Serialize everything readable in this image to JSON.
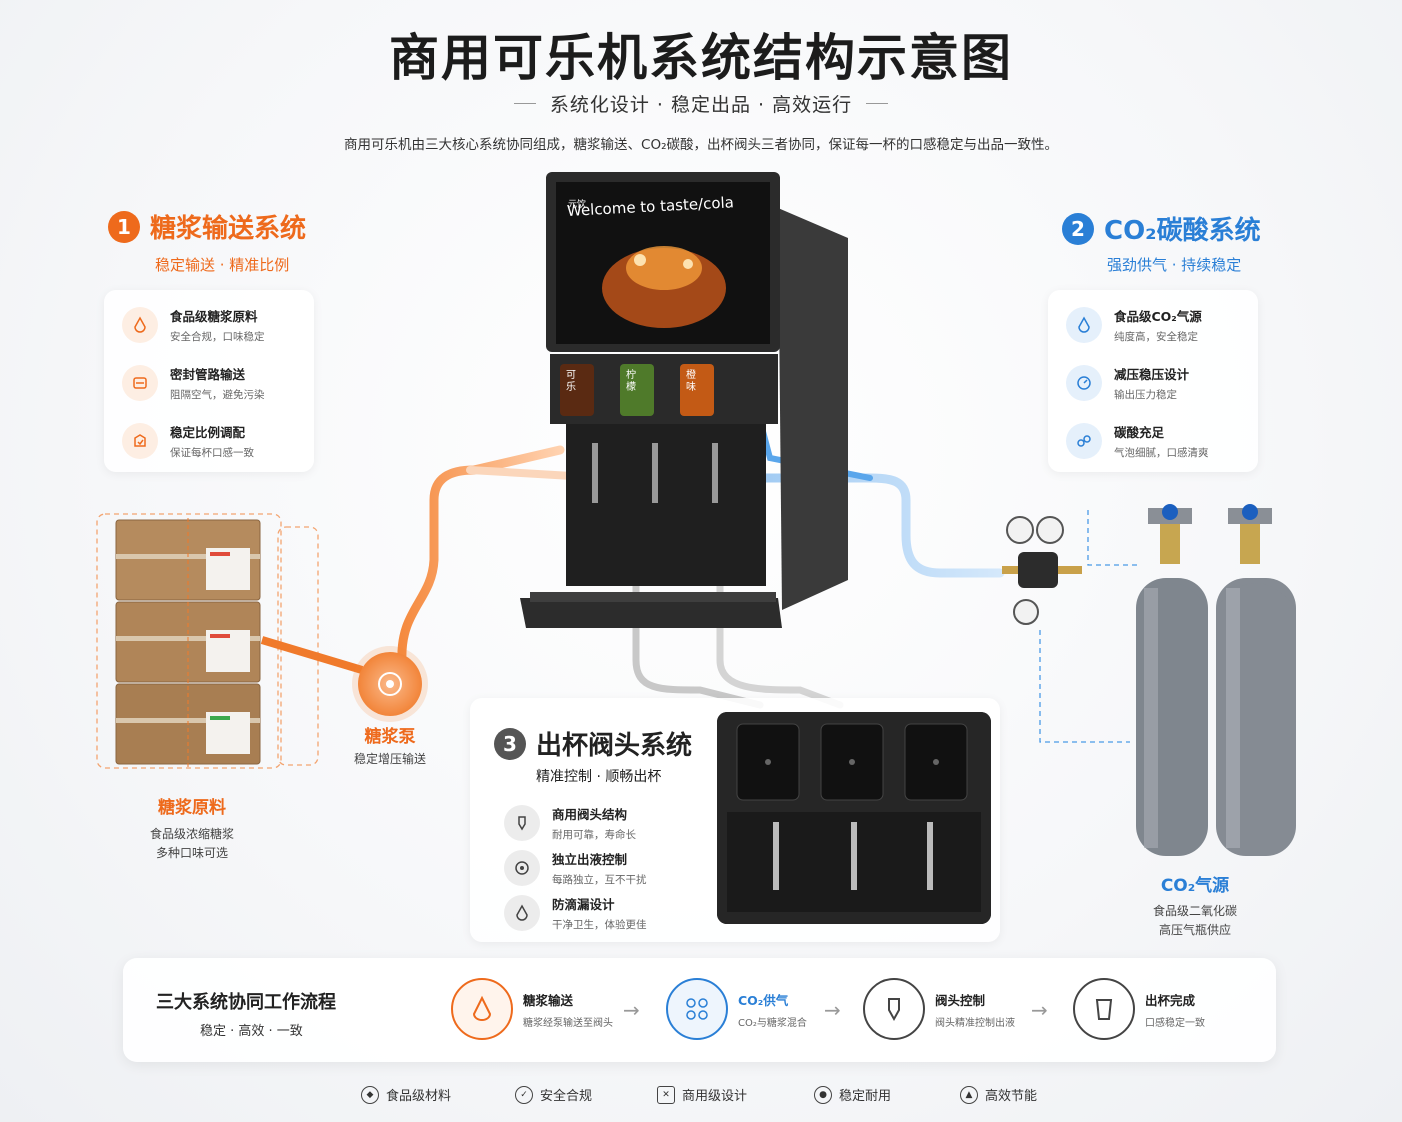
{
  "header": {
    "title": "商用可乐机系统结构示意图",
    "subtitle": "系统化设计 · 稳定出品 · 高效运行",
    "description": "商用可乐机由三大核心系统协同组成，糖浆输送、CO₂碳酸，出杯阀头三者协同，保证每一杯的口感稳定与出品一致性。"
  },
  "colors": {
    "orange": "#ee6a1c",
    "blue": "#2a7fd6",
    "dark": "#333333"
  },
  "syrup_system": {
    "number": "1",
    "title": "糖浆输送系统",
    "subtitle": "稳定输送 · 精准比例",
    "features": [
      {
        "icon": "drop-icon",
        "title": "食品级糖浆原料",
        "desc": "安全合规，口味稳定"
      },
      {
        "icon": "sealed-pipe-icon",
        "title": "密封管路输送",
        "desc": "阻隔空气，避免污染"
      },
      {
        "icon": "ratio-icon",
        "title": "稳定比例调配",
        "desc": "保证每杯口感一致"
      }
    ]
  },
  "co2_system": {
    "number": "2",
    "title": "CO₂碳酸系统",
    "subtitle": "强劲供气 · 持续稳定",
    "features": [
      {
        "icon": "gas-drop-icon",
        "title": "食品级CO₂气源",
        "desc": "纯度高，安全稳定"
      },
      {
        "icon": "pressure-gauge-icon",
        "title": "减压稳压设计",
        "desc": "输出压力稳定"
      },
      {
        "icon": "bubble-icon",
        "title": "碳酸充足",
        "desc": "气泡细腻，口感清爽"
      }
    ]
  },
  "valve_system": {
    "number": "3",
    "title": "出杯阀头系统",
    "subtitle": "精准控制 · 顺畅出杯",
    "features": [
      {
        "icon": "valve-icon",
        "title": "商用阀头结构",
        "desc": "耐用可靠，寿命长"
      },
      {
        "icon": "control-icon",
        "title": "独立出液控制",
        "desc": "每路独立，互不干扰"
      },
      {
        "icon": "anti-drip-icon",
        "title": "防滴漏设计",
        "desc": "干净卫生，体验更佳"
      }
    ]
  },
  "machine": {
    "brand": "元饮",
    "screen_text": "Welcome to taste/cola",
    "nozzle_labels": [
      "可乐",
      "柠檬",
      "橙味"
    ]
  },
  "syrup_pump": {
    "title": "糖浆泵",
    "desc": "稳定增压输送"
  },
  "syrup_material": {
    "title": "糖浆原料",
    "desc_lines": [
      "食品级浓缩糖浆",
      "多种口味可选"
    ]
  },
  "co2_source": {
    "title": "CO₂气源",
    "desc_lines": [
      "食品级二氧化碳",
      "高压气瓶供应"
    ]
  },
  "workflow": {
    "title": "三大系统协同工作流程",
    "subtitle": "稳定 · 高效 · 一致",
    "steps": [
      {
        "icon": "syrup-step-icon",
        "title": "糖浆输送",
        "desc": "糖浆经泵输送至阀头"
      },
      {
        "icon": "co2-step-icon",
        "title": "CO₂供气",
        "desc": "CO₂与糖浆混合"
      },
      {
        "icon": "valve-step-icon",
        "title": "阀头控制",
        "desc": "阀头精准控制出液"
      },
      {
        "icon": "cup-step-icon",
        "title": "出杯完成",
        "desc": "口感稳定一致"
      }
    ],
    "arrow": "→"
  },
  "footer_badges": [
    {
      "icon": "food-grade-icon",
      "label": "食品级材料"
    },
    {
      "icon": "shield-icon",
      "label": "安全合规"
    },
    {
      "icon": "commercial-icon",
      "label": "商用级设计"
    },
    {
      "icon": "durable-icon",
      "label": "稳定耐用"
    },
    {
      "icon": "energy-icon",
      "label": "高效节能"
    }
  ]
}
